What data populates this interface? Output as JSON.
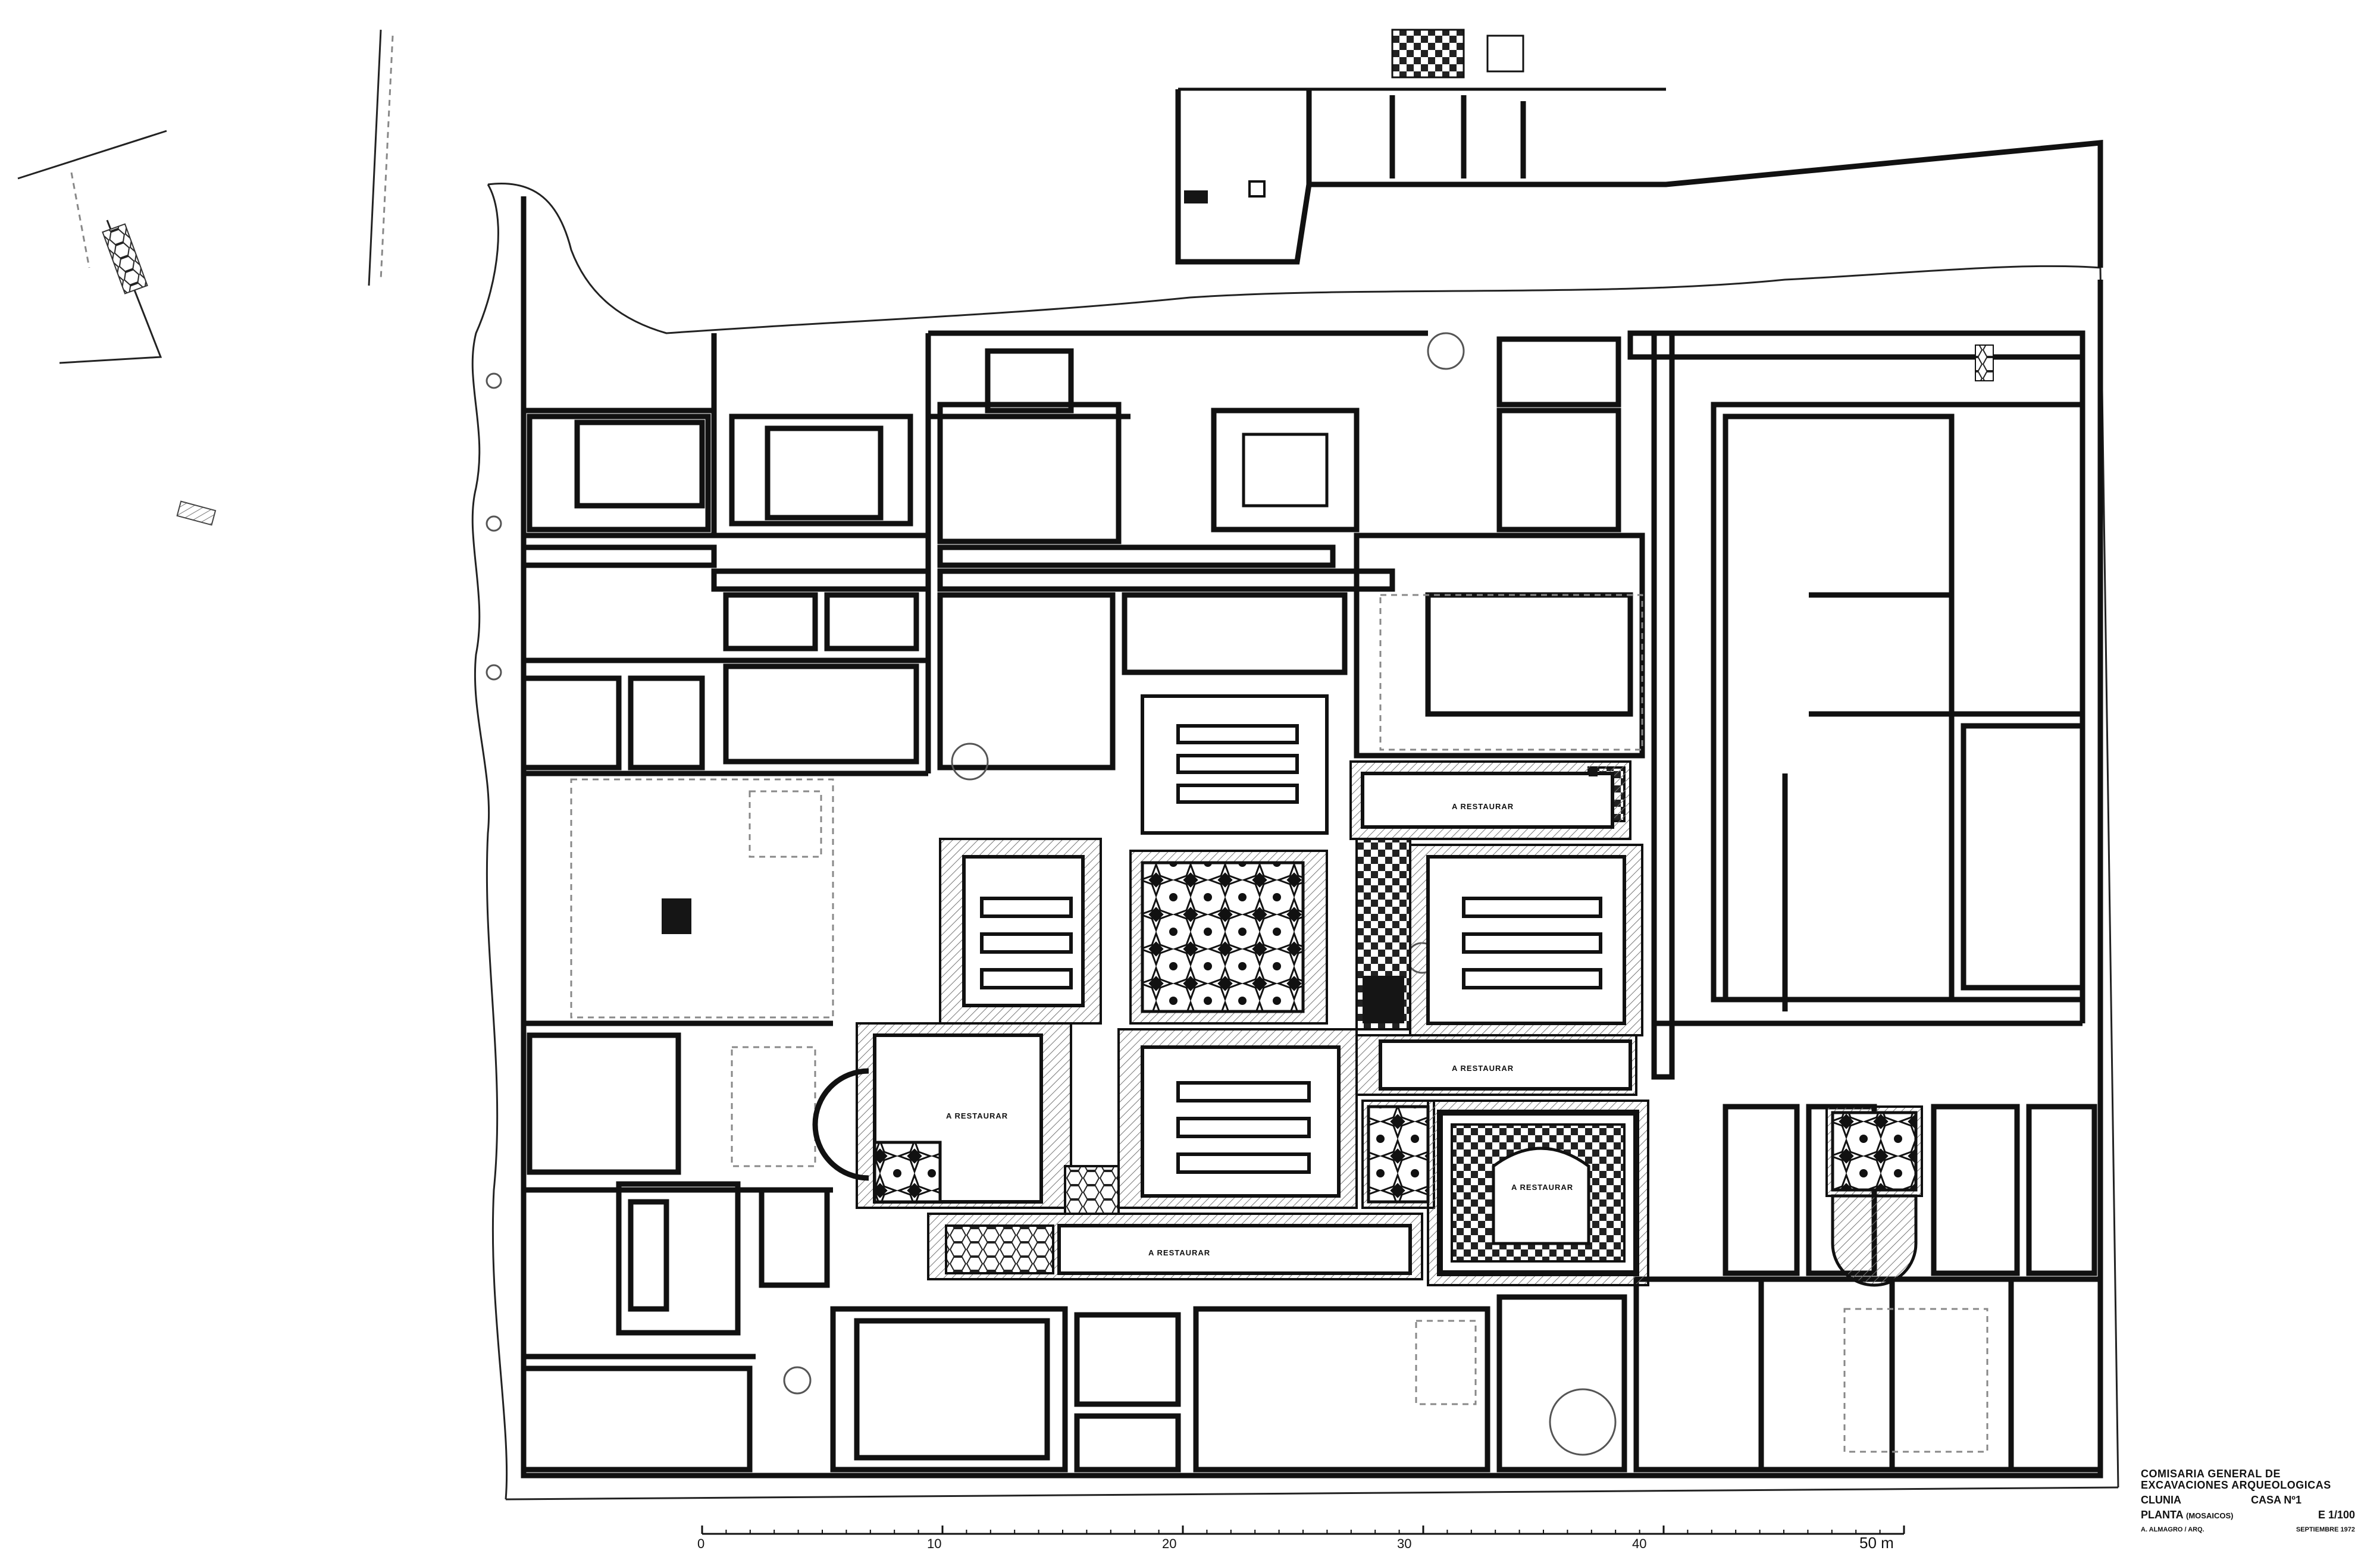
{
  "plan": {
    "restore_label": "A RESTAURAR"
  },
  "scale_bar": {
    "ticks": [
      "0",
      "10",
      "20",
      "30",
      "40"
    ],
    "end_label": "50 m"
  },
  "title_block": {
    "institution_line1": "COMISARIA GENERAL DE",
    "institution_line2": "EXCAVACIONES ARQUEOLOGICAS",
    "site": "CLUNIA",
    "house": "CASA Nº1",
    "sheet": "PLANTA",
    "sheet_note": "(MOSAICOS)",
    "scale": "E 1/100",
    "author": "A. ALMAGRO / ARQ.",
    "date": "SEPTIEMBRE 1972"
  }
}
